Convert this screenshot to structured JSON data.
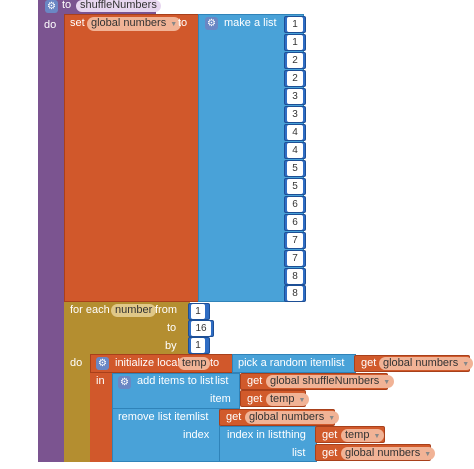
{
  "proc": {
    "to": "to",
    "name": "shuffleNumbers",
    "do": "do"
  },
  "set_block": {
    "set": "set",
    "variable": "global numbers",
    "to": "to"
  },
  "make_list": {
    "label": "make a list",
    "items": [
      "1",
      "1",
      "2",
      "2",
      "3",
      "3",
      "4",
      "4",
      "5",
      "5",
      "6",
      "6",
      "7",
      "7",
      "8",
      "8"
    ]
  },
  "for_each": {
    "label": "for each",
    "variable": "number",
    "from_label": "from",
    "from_value": "1",
    "to_label": "to",
    "to_value": "16",
    "by_label": "by",
    "by_value": "1",
    "do": "do"
  },
  "init_local": {
    "label": "initialize local",
    "variable": "temp",
    "to": "to",
    "in": "in"
  },
  "random_item": {
    "label": "pick a random item",
    "list_label": "list",
    "get": "get",
    "variable": "global numbers"
  },
  "add_items": {
    "label": "add items to list",
    "list_label": "list",
    "get": "get",
    "list_var": "global shuffleNumbers",
    "item_label": "item",
    "item_get": "get",
    "item_var": "temp"
  },
  "remove_item": {
    "label": "remove list item",
    "list_label": "list",
    "get": "get",
    "list_var": "global numbers",
    "index_label": "index",
    "index_in_list": "index in list",
    "thing_label": "thing",
    "thing_get": "get",
    "thing_var": "temp",
    "list2_label": "list",
    "list2_get": "get",
    "list2_var": "global numbers"
  },
  "colors": {
    "procedure": "#7b5490",
    "set": "#d1582b",
    "list": "#49a2d8",
    "control": "#b48e30",
    "math": "#2f6dc4",
    "variable": "#d15a2b"
  }
}
